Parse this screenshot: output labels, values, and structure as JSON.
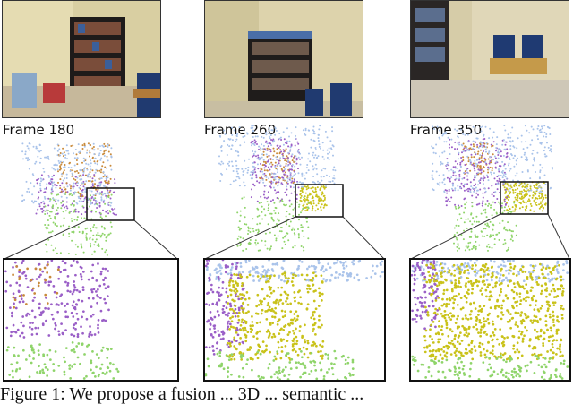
{
  "figure": {
    "panels": [
      {
        "frame_label": "Frame 180"
      },
      {
        "frame_label": "Frame 260"
      },
      {
        "frame_label": "Frame 350"
      }
    ],
    "caption_fragment": "Figure 1: We propose a fusion ... 3D ... semantic ..."
  },
  "colors": {
    "floor_green": "#8fd46a",
    "wall_blue": "#a9c3ea",
    "shelf_purple": "#9a5fc7",
    "object_orange": "#c98a3a",
    "chair_yellow": "#c9c21a"
  }
}
